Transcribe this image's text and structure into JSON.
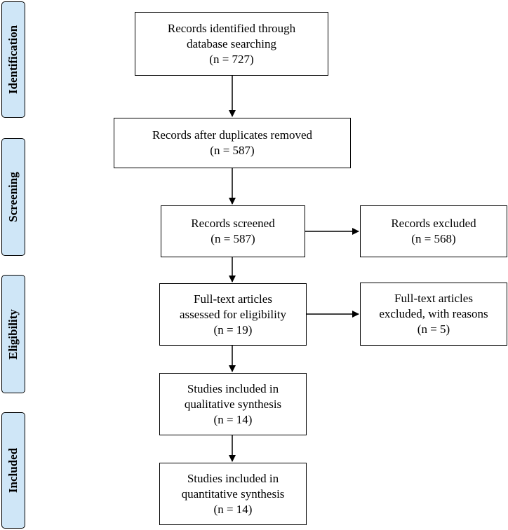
{
  "phases": {
    "identification": "Identification",
    "screening": "Screening",
    "eligibility": "Eligibility",
    "included": "Included"
  },
  "boxes": {
    "identified": {
      "line1": "Records identified through",
      "line2": "database searching",
      "count": "(n = 727)"
    },
    "after_duplicates": {
      "line1": "Records after duplicates removed",
      "count": "(n = 587)"
    },
    "screened": {
      "line1": "Records screened",
      "count": "(n = 587)"
    },
    "excluded": {
      "line1": "Records excluded",
      "count": "(n = 568)"
    },
    "full_text": {
      "line1": "Full-text articles",
      "line2": "assessed for eligibility",
      "count": "(n = 19)"
    },
    "full_text_excluded": {
      "line1": "Full-text articles",
      "line2": "excluded, with reasons",
      "count": "(n = 5)"
    },
    "qualitative": {
      "line1": "Studies included in",
      "line2": "qualitative synthesis",
      "count": "(n = 14)"
    },
    "quantitative": {
      "line1": "Studies included in",
      "line2": "quantitative synthesis",
      "count": "(n = 14)"
    }
  }
}
